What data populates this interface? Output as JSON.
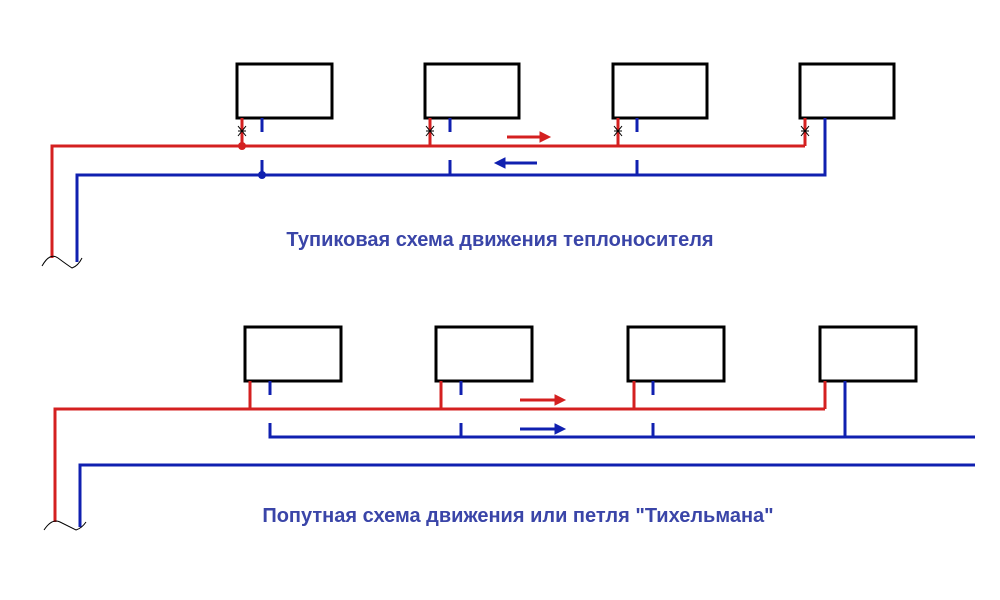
{
  "colors": {
    "supply": "#d42020",
    "return": "#1020b0",
    "radiator": "#000000",
    "caption": "#3a45a8"
  },
  "schemes": [
    {
      "caption": "Тупиковая схема движения теплоносителя",
      "radiators": 4,
      "supply_arrow": "right",
      "return_arrow": "left"
    },
    {
      "caption": "Попутная схема движения или петля \"Тихельмана\"",
      "radiators": 4,
      "supply_arrow": "right",
      "return_arrow": "right"
    }
  ]
}
